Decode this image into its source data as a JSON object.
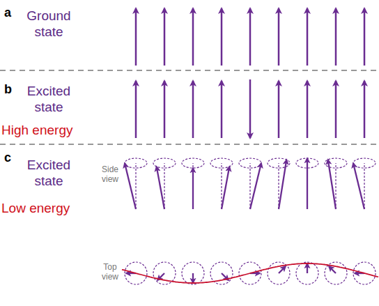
{
  "diagram": {
    "labels": [
      "a",
      "Ground state",
      "b",
      "Excited state",
      "High energy",
      "c",
      "Excited state",
      "Low energy",
      "Side view",
      "Top view"
    ]
  }
}
